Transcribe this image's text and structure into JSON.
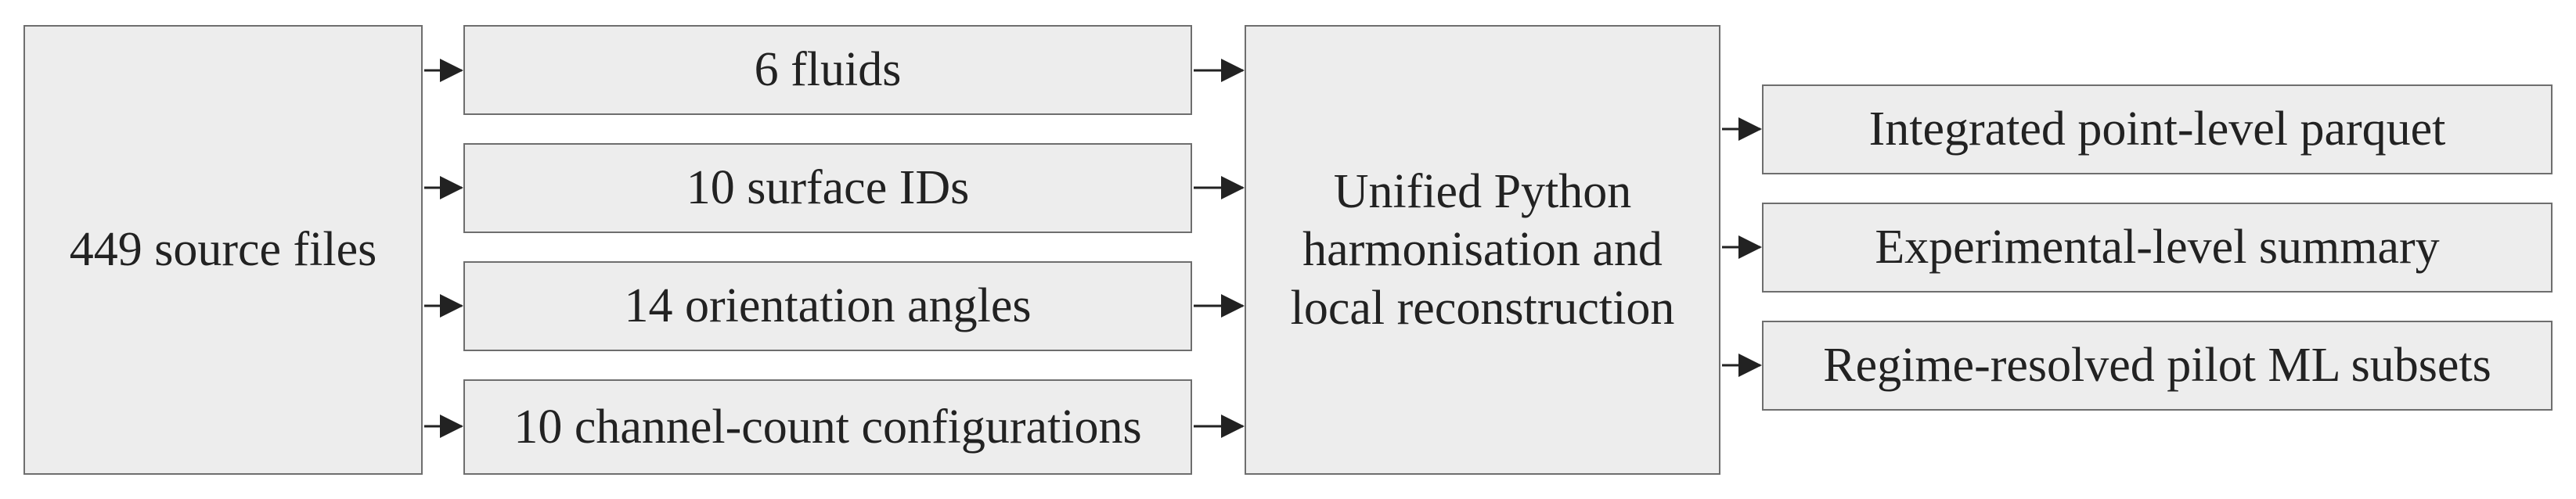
{
  "diagram": {
    "source_box": {
      "label": "449 source files"
    },
    "input_boxes": [
      {
        "label": "6 fluids"
      },
      {
        "label": "10 surface IDs"
      },
      {
        "label": "14 orientation angles"
      },
      {
        "label": "10 channel-count configurations"
      }
    ],
    "process_box": {
      "label": "Unified Python harmonisation and local reconstruction"
    },
    "output_boxes": [
      {
        "label": "Integrated point-level parquet"
      },
      {
        "label": "Experimental-level summary"
      },
      {
        "label": "Regime-resolved pilot ML subsets"
      }
    ],
    "colors": {
      "box_fill": "#ededed",
      "box_border": "#6e6e6e",
      "text": "#222222",
      "arrow": "#222222"
    }
  }
}
